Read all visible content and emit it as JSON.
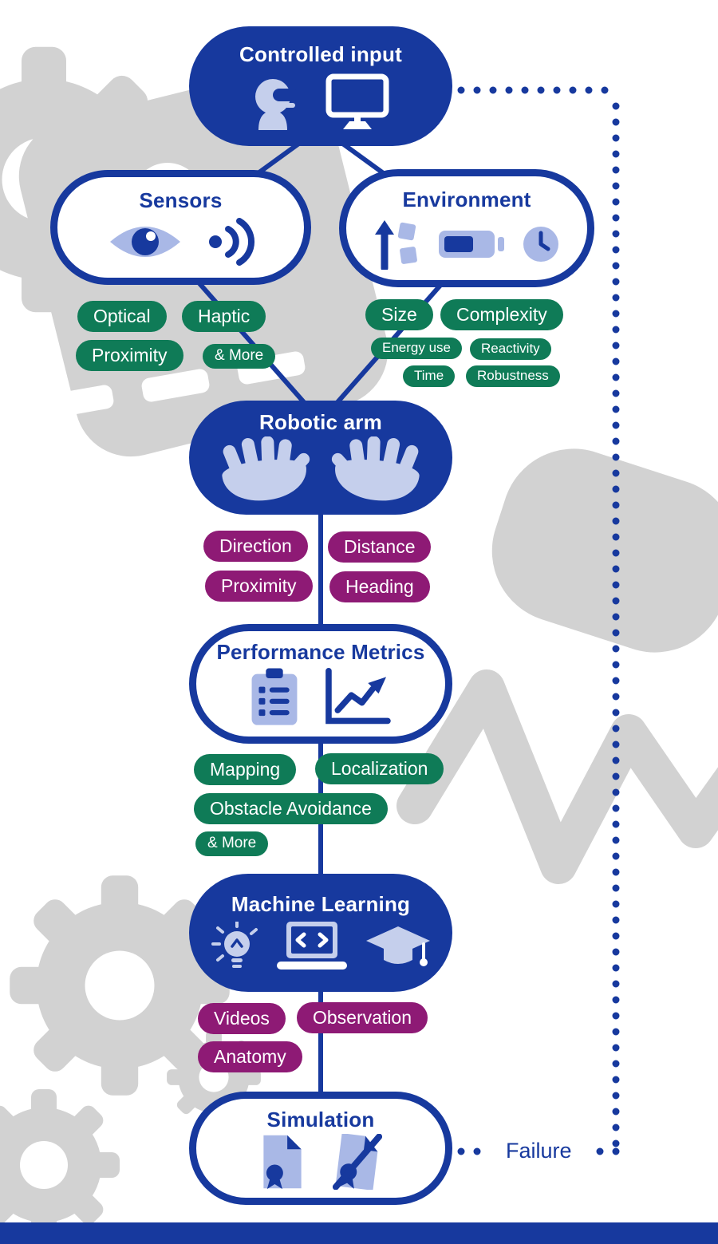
{
  "colors": {
    "primary_blue": "#17399E",
    "tag_green": "#0F7B57",
    "tag_purple": "#8E1A75",
    "icon_light_blue": "#A9B8E6",
    "icon_pale_blue": "#C5CFEC",
    "watermark_gray": "#D2D2D2"
  },
  "nodes": {
    "controlled_input": {
      "title": "Controlled input",
      "icons": [
        "vr-user-icon",
        "monitor-icon"
      ]
    },
    "sensors": {
      "title": "Sensors",
      "icons": [
        "eye-icon",
        "sound-waves-icon"
      ]
    },
    "environment": {
      "title": "Environment",
      "icons": [
        "arrow-boxes-icon",
        "battery-icon",
        "clock-icon"
      ]
    },
    "robotic_arm": {
      "title": "Robotic arm",
      "icons": [
        "open-hand-left-icon",
        "open-hand-right-icon"
      ]
    },
    "performance_metrics": {
      "title": "Performance Metrics",
      "icons": [
        "clipboard-checklist-icon",
        "trend-chart-icon"
      ]
    },
    "machine_learning": {
      "title": "Machine Learning",
      "icons": [
        "lightbulb-icon",
        "laptop-code-icon",
        "graduation-cap-icon"
      ]
    },
    "simulation": {
      "title": "Simulation",
      "icons": [
        "document-award-icon",
        "document-award-slash-icon"
      ]
    }
  },
  "tags": {
    "sensors": [
      "Optical",
      "Haptic",
      "Proximity",
      "& More"
    ],
    "environment": [
      "Size",
      "Complexity",
      "Energy use",
      "Reactivity",
      "Time",
      "Robustness"
    ],
    "robotic_arm": [
      "Direction",
      "Distance",
      "Proximity",
      "Heading"
    ],
    "performance_metrics": [
      "Mapping",
      "Localization",
      "Obstacle Avoidance",
      "& More"
    ],
    "machine_learning": [
      "Videos",
      "Observation",
      "Anatomy"
    ]
  },
  "failure_label": "Failure"
}
